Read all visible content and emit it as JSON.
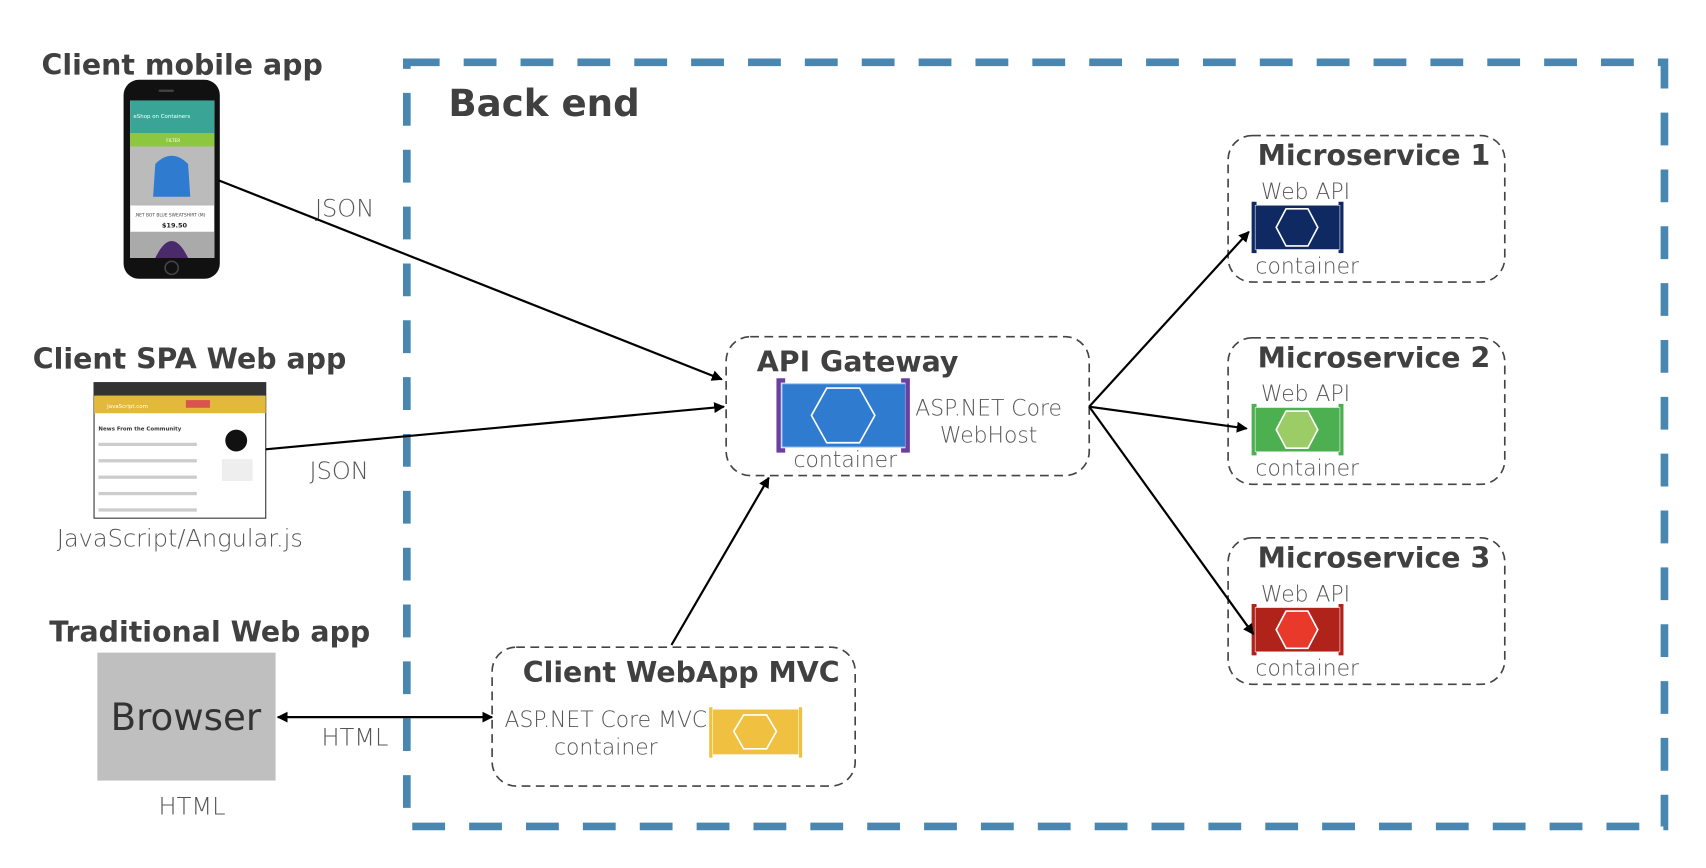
{
  "backend": {
    "title": "Back end",
    "border_color": "#4a87b0"
  },
  "clients": {
    "mobile": {
      "title": "Client mobile app",
      "screen_title": "eShop on Containers",
      "filter": "FILTER",
      "product": ".NET BOT BLUE SWEATSHIRT (M)",
      "price": "$19.50",
      "protocol": "JSON"
    },
    "spa": {
      "title": "Client SPA Web app",
      "site": "JavaScript.com",
      "heading": "News From the Community",
      "caption": "JavaScript/Angular.js",
      "protocol": "JSON"
    },
    "traditional": {
      "title": "Traditional Web app",
      "browser": "Browser",
      "caption": "HTML",
      "protocol": "HTML"
    }
  },
  "mvc": {
    "title": "Client WebApp MVC",
    "line1": "ASP.NET Core MVC",
    "line2": "container",
    "color": "#f0c040"
  },
  "gateway": {
    "title": "API Gateway",
    "container_label": "container",
    "line1": "ASP.NET Core",
    "line2": "WebHost",
    "color": "#2f7bd0",
    "bracket_color": "#6b3fa0"
  },
  "microservices": [
    {
      "title": "Microservice 1",
      "api": "Web API",
      "container": "container",
      "color": "#0f2a63",
      "hex": "#0f2a63"
    },
    {
      "title": "Microservice 2",
      "api": "Web API",
      "container": "container",
      "color": "#4caf50",
      "hex": "#9ccc65"
    },
    {
      "title": "Microservice 3",
      "api": "Web API",
      "container": "container",
      "color": "#b0231a",
      "hex": "#e8392a"
    }
  ]
}
